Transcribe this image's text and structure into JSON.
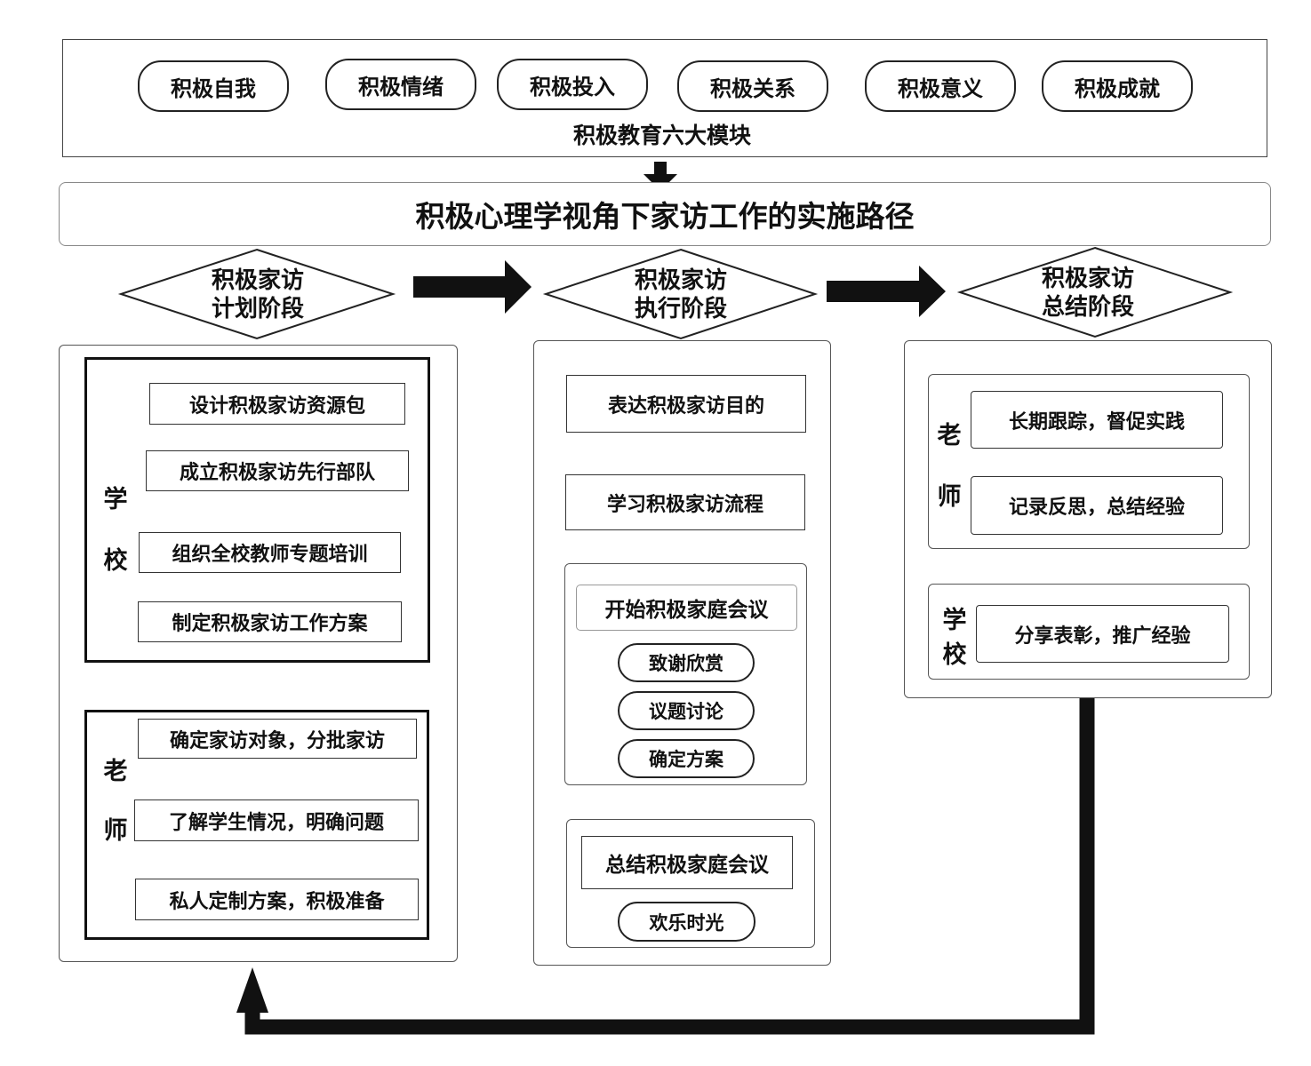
{
  "modules": {
    "items": [
      "积极自我",
      "积极情绪",
      "积极投入",
      "积极关系",
      "积极意义",
      "积极成就"
    ],
    "caption": "积极教育六大模块"
  },
  "title": "积极心理学视角下家访工作的实施路径",
  "stages": [
    {
      "line1": "积极家访",
      "line2": "计划阶段"
    },
    {
      "line1": "积极家访",
      "line2": "执行阶段"
    },
    {
      "line1": "积极家访",
      "line2": "总结阶段"
    }
  ],
  "plan": {
    "school": {
      "label_1": "学",
      "label_2": "校",
      "steps": [
        "设计积极家访资源包",
        "成立积极家访先行部队",
        "组织全校教师专题培训",
        "制定积极家访工作方案"
      ]
    },
    "teacher": {
      "label_1": "老",
      "label_2": "师",
      "steps": [
        "确定家访对象，分批家访",
        "了解学生情况，明确问题",
        "私人定制方案，积极准备"
      ]
    }
  },
  "execute": {
    "steps": [
      "表达积极家访目的",
      "学习积极家访流程"
    ],
    "meeting": {
      "title": "开始积极家庭会议",
      "items": [
        "致谢欣赏",
        "议题讨论",
        "确定方案"
      ]
    },
    "summary": {
      "title": "总结积极家庭会议",
      "items": [
        "欢乐时光"
      ]
    }
  },
  "summarize": {
    "teacher": {
      "label_1": "老",
      "label_2": "师",
      "steps": [
        "长期跟踪，督促实践",
        "记录反思，总结经验"
      ]
    },
    "school": {
      "label_1": "学",
      "label_2": "校",
      "steps": [
        "分享表彰，推广经验"
      ]
    }
  }
}
